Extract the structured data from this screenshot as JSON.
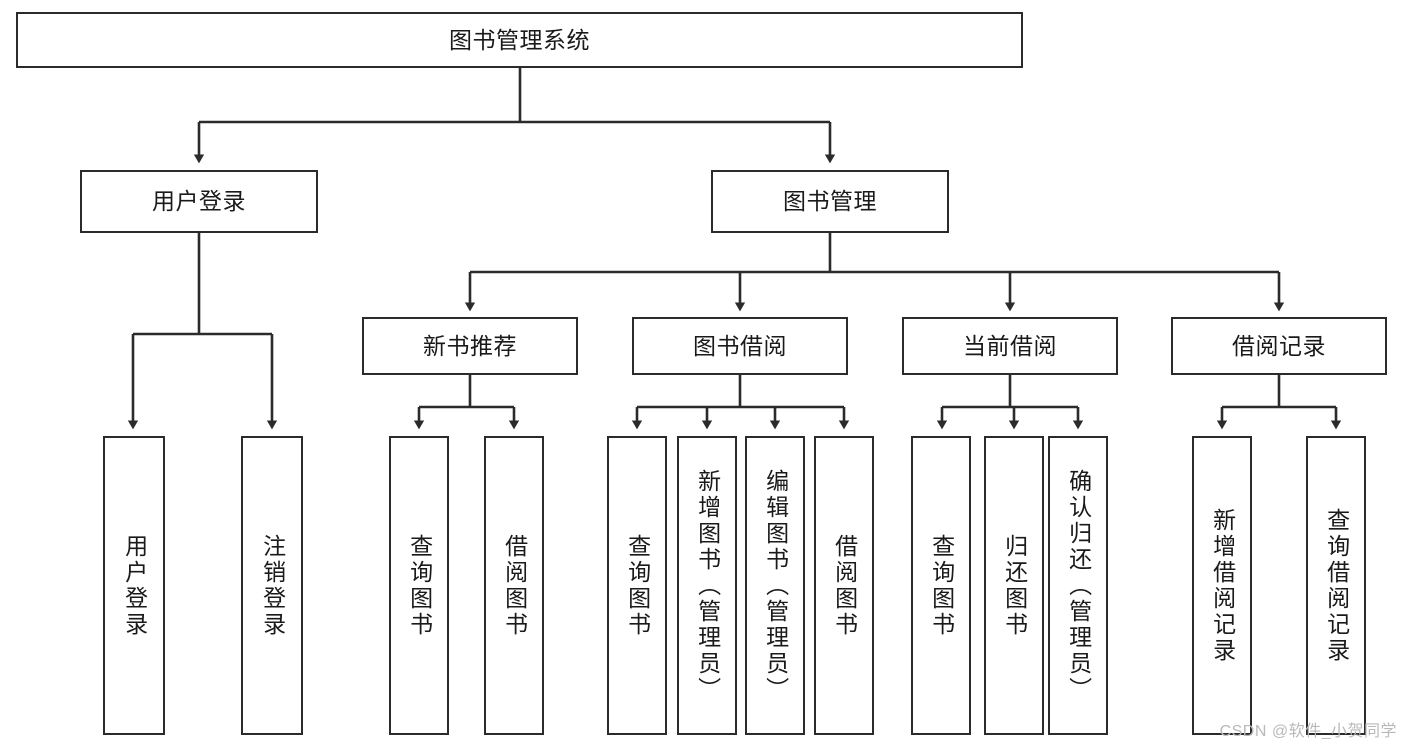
{
  "diagram": {
    "type": "tree-hierarchy-chart",
    "title": "图书管理系统",
    "colors": {
      "box_border": "#2b2b2b",
      "box_fill": "#ffffff",
      "connector": "#2b2b2b",
      "text": "#1a1a1a",
      "watermark": "#b9b9b9",
      "background": "#ffffff"
    },
    "levels": {
      "root": {
        "label": "图书管理系统"
      },
      "level2": [
        {
          "label": "用户登录"
        },
        {
          "label": "图书管理"
        }
      ],
      "level3": [
        {
          "label": "新书推荐"
        },
        {
          "label": "图书借阅"
        },
        {
          "label": "当前借阅"
        },
        {
          "label": "借阅记录"
        }
      ],
      "leaves": {
        "user_login": [
          {
            "label": "用户登录"
          },
          {
            "label": "注销登录"
          }
        ],
        "new_book_recommend": [
          {
            "label": "查询图书"
          },
          {
            "label": "借阅图书"
          }
        ],
        "book_borrow": [
          {
            "label": "查询图书"
          },
          {
            "label": "新增图书（管理员）"
          },
          {
            "label": "编辑图书（管理员）"
          },
          {
            "label": "借阅图书"
          }
        ],
        "current_borrow": [
          {
            "label": "查询图书"
          },
          {
            "label": "归还图书"
          },
          {
            "label": "确认归还（管理员）"
          }
        ],
        "borrow_record": [
          {
            "label": "新增借阅记录"
          },
          {
            "label": "查询借阅记录"
          }
        ]
      }
    }
  },
  "watermark": {
    "text": "CSDN @软件_小贺同学"
  }
}
